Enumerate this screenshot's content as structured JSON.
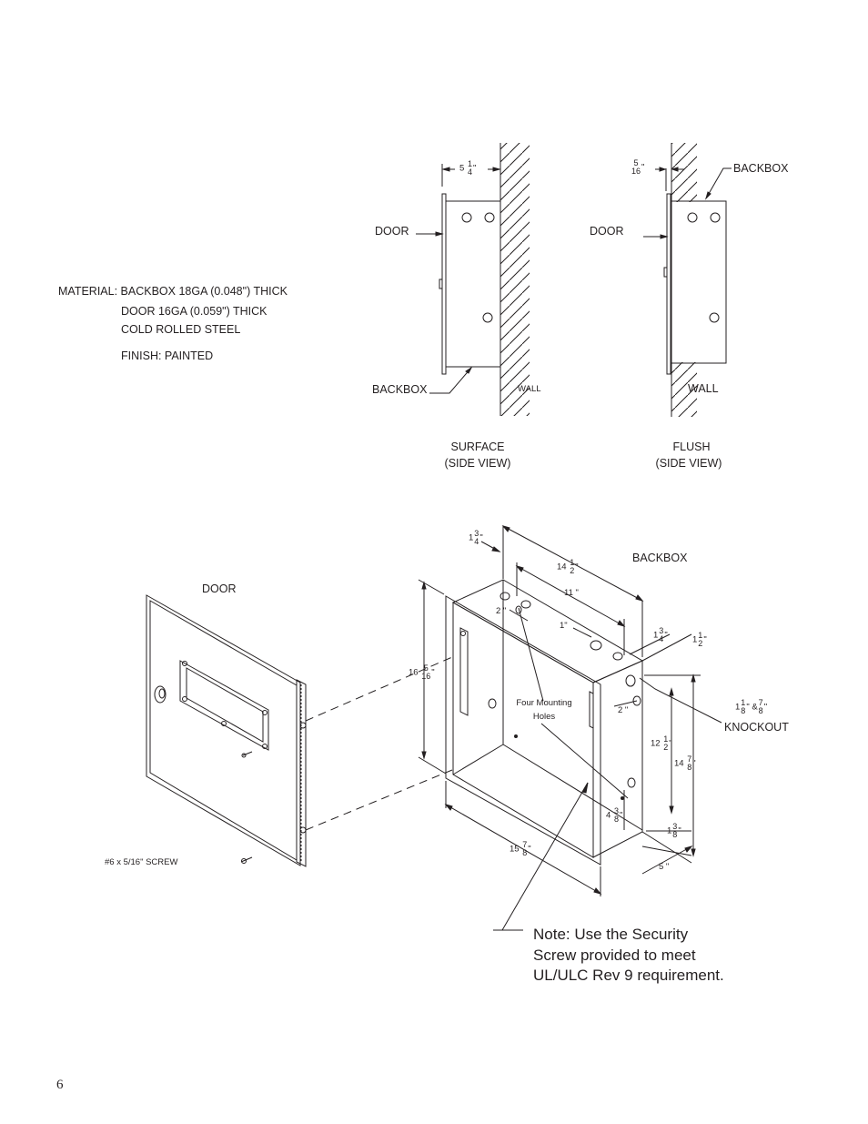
{
  "material": {
    "line1": "MATERIAL: BACKBOX 18GA (0.048\") THICK",
    "line2": "DOOR 16GA (0.059\") THICK",
    "line3": "COLD ROLLED STEEL",
    "finish": "FINISH: PAINTED"
  },
  "surface_view": {
    "door_label": "DOOR",
    "backbox_label": "BACKBOX",
    "wall_label": "WALL",
    "caption_1": "SURFACE",
    "caption_2": "(SIDE VIEW)",
    "dim_whole": "5",
    "dim_num": "1",
    "dim_den": "4",
    "dim_unit": "\""
  },
  "flush_view": {
    "door_label": "DOOR",
    "backbox_label": "BACKBOX",
    "wall_label": "WALL",
    "caption_1": "FLUSH",
    "caption_2": "(SIDE VIEW)",
    "dim_num": "5",
    "dim_den": "16",
    "dim_unit": "\""
  },
  "door_view": {
    "label": "DOOR",
    "screw_label": "#6  x   5/16\" SCREW"
  },
  "backbox_view": {
    "label": "BACKBOX",
    "knockout_label": "KNOCKOUT",
    "mounting_1": "Four  Mounting",
    "mounting_2": "Holes",
    "dims": {
      "d_1_3_4_top": {
        "whole": "1",
        "num": "3",
        "den": "4",
        "unit": "\""
      },
      "d_14_1_2": {
        "whole": "14",
        "num": "1",
        "den": "2",
        "unit": "\""
      },
      "d_11": "11 \"",
      "d_2_top": "2 \"",
      "d_1_in": "1\"",
      "d_1_3_4_side": {
        "whole": "1",
        "num": "3",
        "den": "4",
        "unit": "\""
      },
      "d_1_1_2": {
        "whole": "1",
        "num": "1",
        "den": "2",
        "unit": "\""
      },
      "d_knockout": {
        "a_whole": "1",
        "a_num": "1",
        "a_den": "8",
        "amp": "&",
        "b_num": "7",
        "b_den": "8",
        "unit": "\""
      },
      "d_16_5_16": {
        "whole": "16",
        "num": "5",
        "den": "16",
        "unit": "\""
      },
      "d_2_side": "2 \"",
      "d_12_1_2": {
        "whole": "12",
        "num": "1",
        "den": "2",
        "unit": "\""
      },
      "d_14_7_8": {
        "whole": "14",
        "num": "7",
        "den": "8",
        "unit": "\""
      },
      "d_4_3_8": {
        "whole": "4",
        "num": "3",
        "den": "8",
        "unit": "\""
      },
      "d_1_3_8": {
        "whole": "1",
        "num": "3",
        "den": "8",
        "unit": "\""
      },
      "d_15_7_8": {
        "whole": "15",
        "num": "7",
        "den": "8",
        "unit": "\""
      },
      "d_5": "5 \""
    }
  },
  "note": {
    "line1": "Note:  Use the Security",
    "line2": "Screw provided to meet",
    "line3": "UL/ULC Rev 9 requirement."
  },
  "page_number": "6"
}
